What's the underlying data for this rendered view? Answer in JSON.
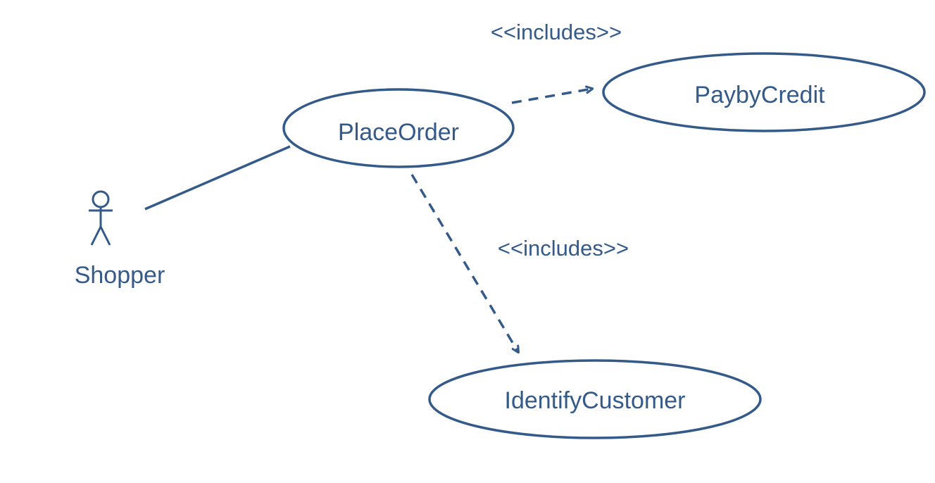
{
  "actor": {
    "name": "Shopper"
  },
  "use_cases": {
    "place_order": "PlaceOrder",
    "pay_by_credit": "PaybyCredit",
    "identify_customer": "IdentifyCustomer"
  },
  "relationships": {
    "include_pay": "<<includes>>",
    "include_identify": "<<includes>>"
  },
  "colors": {
    "stroke": "#345a8a",
    "text": "#345a8a",
    "background": "#ffffff"
  }
}
